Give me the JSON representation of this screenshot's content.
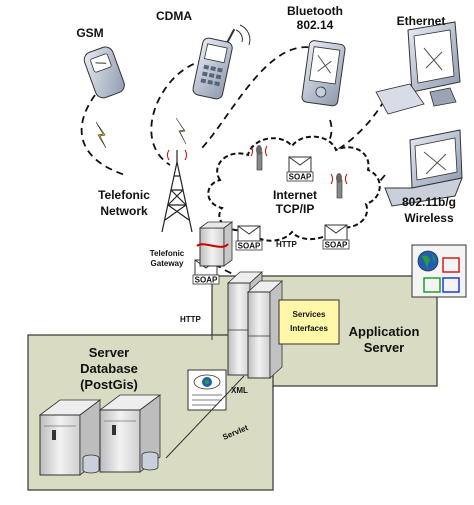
{
  "devices": {
    "gsm": "GSM",
    "cdma": "CDMA",
    "bluetooth_line1": "Bluetooth",
    "bluetooth_line2": "802.14",
    "ethernet": "Ethernet",
    "wireless_line1": "802.11b/g",
    "wireless_line2": "Wireless"
  },
  "network": {
    "telefonic_line1": "Telefonic",
    "telefonic_line2": "Network",
    "internet_line1": "Internet",
    "internet_line2": "TCP/IP",
    "gateway_line1": "Telefonic",
    "gateway_line2": "Gateway"
  },
  "protocols": {
    "soap": "SOAP",
    "http": "HTTP",
    "xml": "XML",
    "servlet": "Servlet"
  },
  "servers": {
    "services_line1": "Services",
    "services_line2": "Interfaces",
    "app_line1": "Application",
    "app_line2": "Server",
    "db_line1": "Server",
    "db_line2": "Database",
    "db_line3": "(PostGis)"
  },
  "colors": {
    "zone_fill": "#d9dcc3",
    "services_fill": "#fdf7a7",
    "cloud_fill": "#ffffff",
    "server_fill": "#e6e6e6"
  }
}
